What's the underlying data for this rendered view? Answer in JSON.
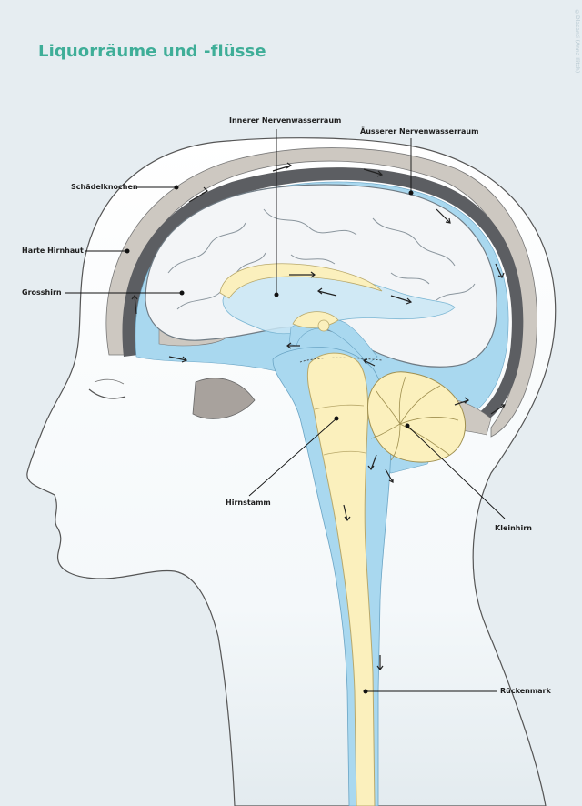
{
  "title": "Liquorräume und -flüsse",
  "credit": "©Dlacanti (Anna Ilitch)",
  "labels": {
    "innerer_nervenwasserraum": "Innerer Nervenwasserraum",
    "aeusserer_nervenwasserraum": "Äusserer Nervenwasserraum",
    "schaedelknochen": "Schädelknochen",
    "harte_hirnhaut": "Harte Hirnhaut",
    "grosshirn": "Grosshirn",
    "hirnstamm": "Hirnstamm",
    "kleinhirn": "Kleinhirn",
    "rueckenmark": "Rückenmark"
  },
  "colors": {
    "background": "#e6edf1",
    "title": "#3fae98",
    "csf": "#a9d8ef",
    "brainstem": "#fbf0bd",
    "cerebrum": "#f3f5f7",
    "bone": "#cdc8c1",
    "dura": "#5c5e62"
  }
}
